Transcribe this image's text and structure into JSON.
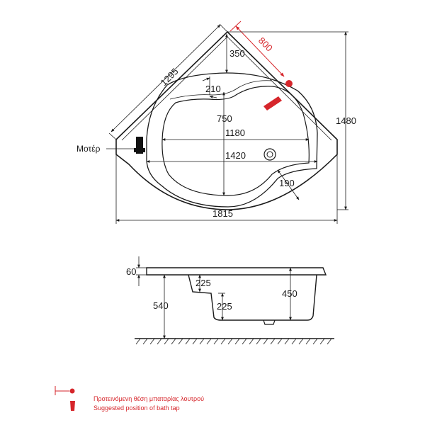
{
  "top_view": {
    "dimensions": {
      "top_offset": "350",
      "diagonal_side": "1295",
      "tap_distance": "800",
      "seat_width": "210",
      "inner_depth": "750",
      "inner_width": "1180",
      "outer_inner_width": "1420",
      "depth_total": "1480",
      "overall_width": "1815",
      "radius_corner": "190"
    },
    "motor_label": "Μοτέρ"
  },
  "side_view": {
    "dimensions": {
      "rim_height": "60",
      "total_height": "540",
      "seat_step_1": "225",
      "seat_step_2": "225",
      "inner_depth": "450"
    }
  },
  "legend": {
    "line_greek": "Προτεινόμενη θέση μπαταρίας λουτρού",
    "line_english": "Suggested position of bath tap",
    "accent_color": "#d6262b"
  }
}
